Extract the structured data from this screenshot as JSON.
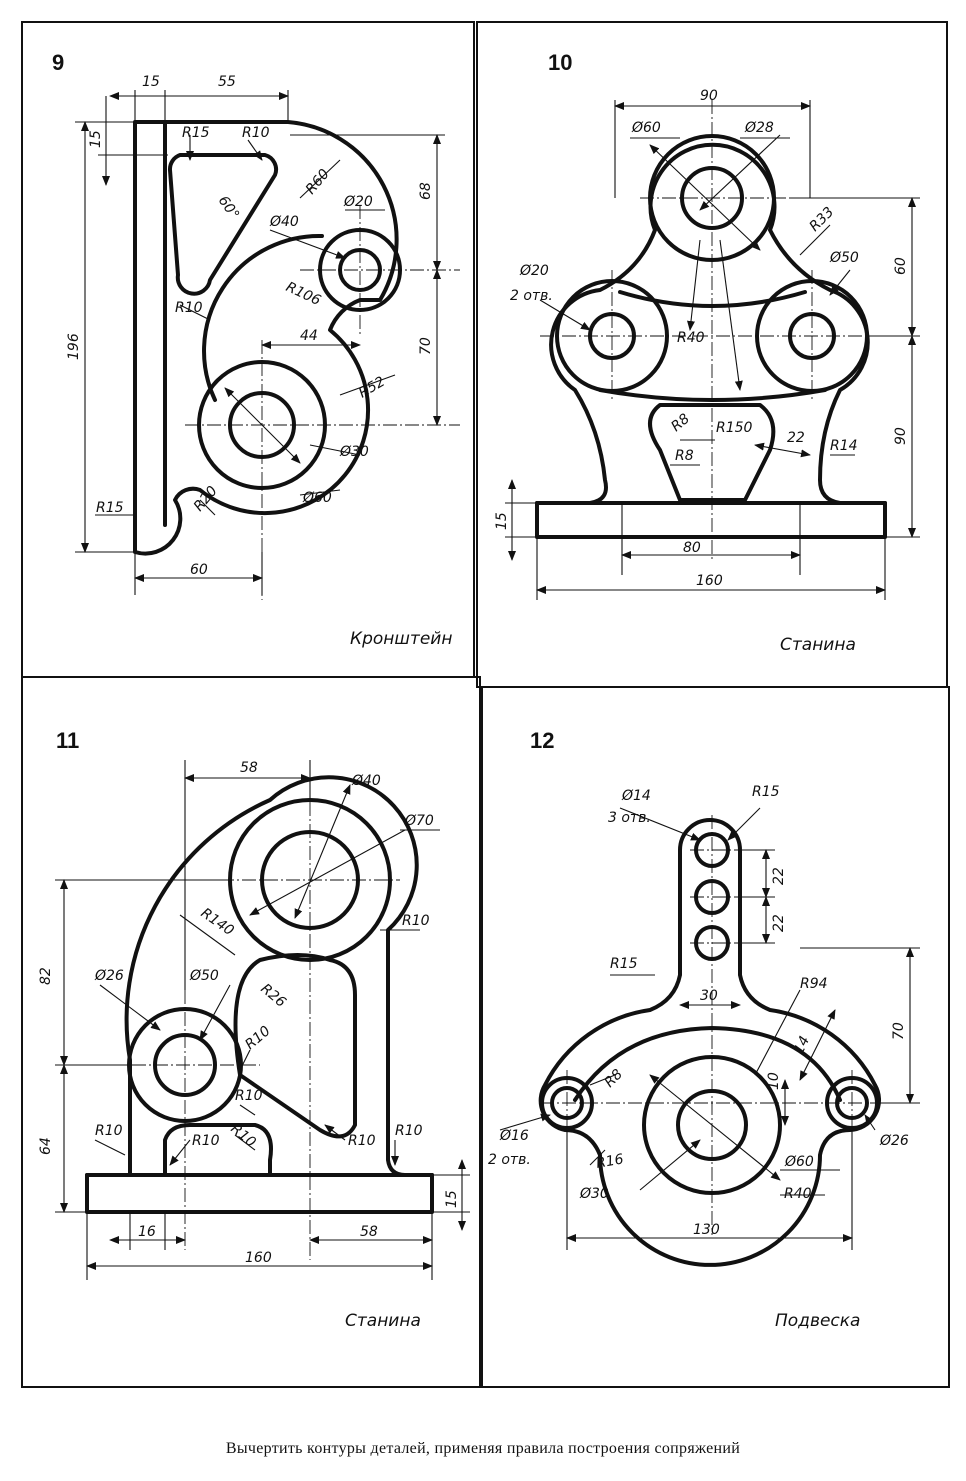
{
  "panels": [
    {
      "number": "9",
      "caption": "Кронштейн",
      "dims": [
        "15",
        "55",
        "15",
        "R15",
        "R10",
        "60°",
        "R60",
        "68",
        "Ø20",
        "Ø40",
        "R106",
        "R10",
        "196",
        "44",
        "70",
        "R52",
        "Ø30",
        "Ø60",
        "R20",
        "R15",
        "60"
      ]
    },
    {
      "number": "10",
      "caption": "Станина",
      "dims": [
        "90",
        "Ø60",
        "Ø28",
        "R33",
        "60",
        "Ø20",
        "2 отв.",
        "Ø50",
        "R40",
        "R8",
        "R150",
        "22",
        "R14",
        "90",
        "R8",
        "15",
        "80",
        "160"
      ]
    },
    {
      "number": "11",
      "caption": "Станина",
      "dims": [
        "58",
        "Ø40",
        "Ø70",
        "R140",
        "R10",
        "82",
        "Ø26",
        "Ø50",
        "R26",
        "R10",
        "64",
        "R10",
        "R10",
        "R10",
        "R10",
        "R10",
        "R10",
        "15",
        "16",
        "58",
        "160"
      ]
    },
    {
      "number": "12",
      "caption": "Подвеска",
      "dims": [
        "Ø14",
        "3 отв.",
        "R15",
        "22",
        "22",
        "R15",
        "30",
        "R94",
        "70",
        "14",
        "10",
        "R8",
        "Ø16",
        "2 отв.",
        "R16",
        "Ø26",
        "Ø60",
        "Ø30",
        "R40",
        "130"
      ]
    }
  ],
  "footer": "Вычертить контуры деталей, применяя правила построения сопряжений"
}
